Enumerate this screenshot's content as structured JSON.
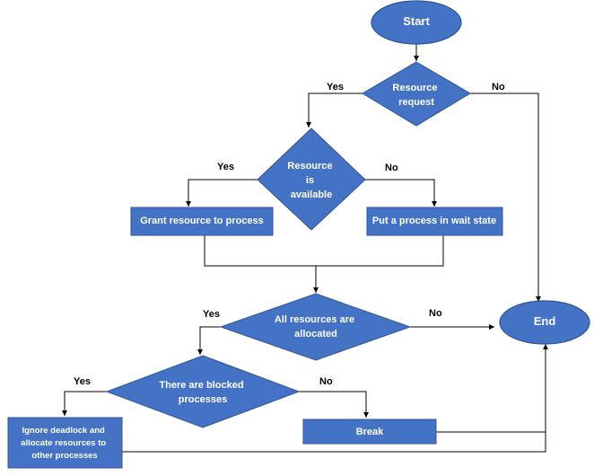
{
  "nodes": {
    "start": "Start",
    "resource_request": [
      "Resource",
      "request"
    ],
    "resource_available": [
      "Resource",
      "is",
      "available"
    ],
    "grant_resource": "Grant resource to process",
    "wait_state": "Put a process in wait state",
    "all_allocated": [
      "All resources are",
      "allocated"
    ],
    "blocked": [
      "There are blocked",
      "processes"
    ],
    "ignore_deadlock": [
      "Ignore deadlock and",
      "allocate resources to",
      "other processes"
    ],
    "break": "Break",
    "end": "End"
  },
  "edge_labels": {
    "request_yes": "Yes",
    "request_no": "No",
    "available_yes": "Yes",
    "available_no": "No",
    "allocated_yes": "Yes",
    "allocated_no": "No",
    "blocked_yes": "Yes",
    "blocked_no": "No"
  },
  "colors": {
    "shape_fill": "#4472c4",
    "shape_border": "#2f5597",
    "text": "#ffffff",
    "connector": "#000000"
  }
}
